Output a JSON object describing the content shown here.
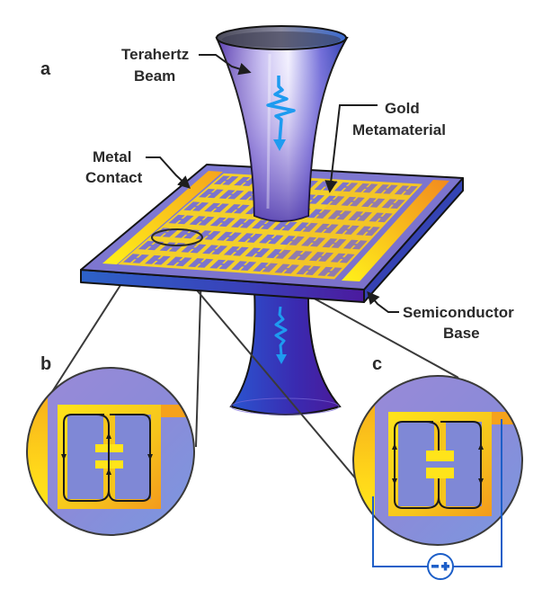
{
  "figure": {
    "panels": {
      "a": "a",
      "b": "b",
      "c": "c"
    },
    "callouts": {
      "terahertz_beam": [
        "Terahertz",
        "Beam"
      ],
      "gold_metamaterial": [
        "Gold",
        "Metamaterial"
      ],
      "metal_contact": [
        "Metal",
        "Contact"
      ],
      "semiconductor_base": [
        "Semiconductor",
        "Base"
      ]
    },
    "voltage_source": {
      "minus": "−",
      "plus": "+"
    },
    "colors": {
      "beam_top": "#3d2a9a",
      "beam_highlight": "#f2efff",
      "beam_bottom": "#3320a0",
      "wave": "#1e9bf0",
      "slab_top": "#7a78d0",
      "slab_edge_front": "#2c5fc8",
      "slab_edge_side": "#1f5fc0",
      "gold": "#f6d21c",
      "gold_orange": "#f39a1c",
      "circle_fill": "#8b8ad6",
      "wire": "#1d5fc8"
    },
    "grid": {
      "rows": 7,
      "cols": 10
    }
  }
}
